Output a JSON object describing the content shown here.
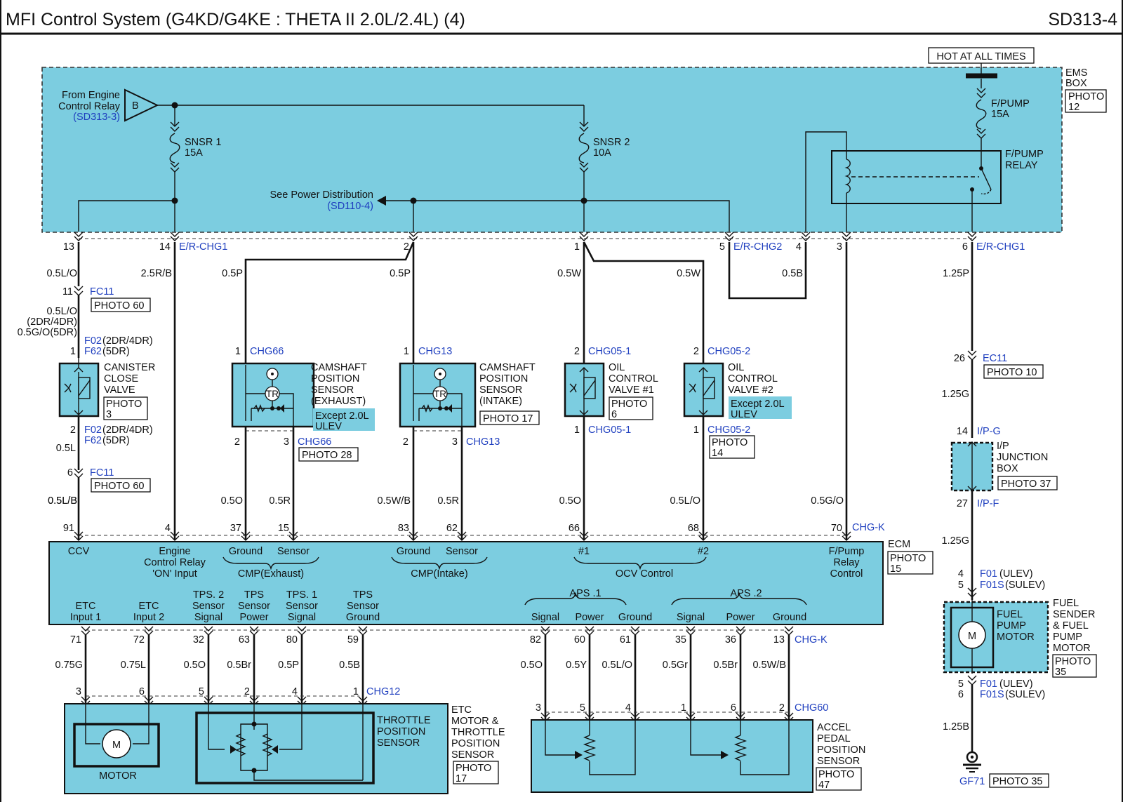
{
  "header": {
    "title": "MFI Control System (G4KD/G4KE : THETA II 2.0L/2.4L) (4)",
    "page_id": "SD313-4"
  },
  "colors": {
    "module_fill": "#7ccde0",
    "wire": "#111111",
    "connector_ref": "#1f3fbf"
  },
  "ems_box": {
    "hot_label": "HOT AT ALL TIMES",
    "label_1": "EMS",
    "label_2": "BOX",
    "photo": "PHOTO",
    "photo_no": "12",
    "source_l1": "From Engine",
    "source_l2": "Control Relay",
    "source_ref": "(SD313-3)",
    "source_letter": "B",
    "fuse1_name": "SNSR 1",
    "fuse1_amp": "15A",
    "fuse2_name": "SNSR 2",
    "fuse2_amp": "10A",
    "fuse3_name": "F/PUMP",
    "fuse3_amp": "15A",
    "relay_l1": "F/PUMP",
    "relay_l2": "RELAY",
    "power_dist": "See Power Distribution",
    "power_dist_ref": "(SD110-4)"
  },
  "ems_pins": [
    {
      "pin": "13",
      "conn": ""
    },
    {
      "pin": "14",
      "conn": "E/R-CHG1"
    },
    {
      "pin": "2",
      "conn": ""
    },
    {
      "pin": "1",
      "conn": ""
    },
    {
      "pin": "5",
      "conn": "E/R-CHG2"
    },
    {
      "pin": "4",
      "conn": ""
    },
    {
      "pin": "3",
      "conn": ""
    },
    {
      "pin": "6",
      "conn": "E/R-CHG1"
    }
  ],
  "upper_wires": [
    "0.5L/O",
    "2.5R/B",
    "0.5P",
    "0.5P",
    "0.5W",
    "0.5W",
    "0.5B",
    "1.25P"
  ],
  "canister": {
    "pin_top": "11",
    "conn_top": "FC11",
    "photo_top": "PHOTO 60",
    "w1": "0.5L/O",
    "w2": "(2DR/4DR)",
    "w3": "0.5G/O(5DR)",
    "p1": "1",
    "c1a": "F02",
    "c1b": "(2DR/4DR)",
    "c1c": "F62",
    "c1d": "(5DR)",
    "name_1": "CANISTER",
    "name_2": "CLOSE",
    "name_3": "VALVE",
    "photo": "PHOTO",
    "photo_no": "3",
    "p2": "2",
    "c2a": "F02",
    "c2b": "(2DR/4DR)",
    "c2c": "F62",
    "c2d": "(5DR)",
    "w4": "0.5L",
    "pin_bot": "6",
    "conn_bot": "FC11",
    "photo_bot": "PHOTO 60",
    "w5": "0.5L/B"
  },
  "cmp_exhaust": {
    "pin_top": "1",
    "conn_top": "CHG66",
    "name_1": "CAMSHAFT",
    "name_2": "POSITION",
    "name_3": "SENSOR",
    "name_4": "(EXHAUST)",
    "note_1": "Except 2.0L",
    "note_2": "ULEV",
    "tr": "TR",
    "pin_b1": "2",
    "pin_b2": "3",
    "conn_bot": "CHG66",
    "photo": "PHOTO 28"
  },
  "cmp_intake": {
    "pin_top": "1",
    "conn_top": "CHG13",
    "name_1": "CAMSHAFT",
    "name_2": "POSITION",
    "name_3": "SENSOR",
    "name_4": "(INTAKE)",
    "photo": "PHOTO 17",
    "tr": "TR",
    "pin_b1": "2",
    "pin_b2": "3",
    "conn_bot": "CHG13"
  },
  "ocv1": {
    "pin_top": "2",
    "conn_top": "CHG05-1",
    "name_1": "OIL",
    "name_2": "CONTROL",
    "name_3": "VALVE #1",
    "photo": "PHOTO",
    "photo_no": "6",
    "pin_bot": "1",
    "conn_bot": "CHG05-1"
  },
  "ocv2": {
    "pin_top": "2",
    "conn_top": "CHG05-2",
    "name_1": "OIL",
    "name_2": "CONTROL",
    "name_3": "VALVE #2",
    "note_1": "Except 2.0L",
    "note_2": "ULEV",
    "pin_bot": "1",
    "conn_bot": "CHG05-2",
    "photo": "PHOTO",
    "photo_no": "14"
  },
  "fuel_side": {
    "pin_ec": "26",
    "conn_ec": "EC11",
    "photo_ec": "PHOTO 10",
    "wire_a": "1.25G",
    "pin_ip1": "14",
    "conn_ip1": "I/P-G",
    "jb_1": "I/P",
    "jb_2": "JUNCTION",
    "jb_3": "BOX",
    "jb_photo": "PHOTO 37",
    "pin_ip2": "27",
    "conn_ip2": "I/P-F",
    "wire_b": "1.25G",
    "pump_p1": "4",
    "pump_p2": "5",
    "pump_c1": "F01",
    "pump_c1s": "(ULEV)",
    "pump_c2": "F01S",
    "pump_c2s": "(SULEV)",
    "pump_name_1": "FUEL",
    "pump_name_2": "PUMP",
    "pump_name_3": "MOTOR",
    "motor": "M",
    "side_1": "FUEL",
    "side_2": "SENDER",
    "side_3": "& FUEL",
    "side_4": "PUMP",
    "side_5": "MOTOR",
    "side_photo": "PHOTO",
    "side_photo_no": "35",
    "pump_p3": "5",
    "pump_p4": "6",
    "pump_c3": "F01",
    "pump_c3s": "(ULEV)",
    "pump_c4": "F01S",
    "pump_c4s": "(SULEV)",
    "wire_c": "1.25B",
    "ground": "GF71",
    "ground_photo": "PHOTO 35"
  },
  "mid_wires": [
    "0.5L/B",
    "0.5O",
    "0.5R",
    "0.5W/B",
    "0.5R",
    "0.5O",
    "0.5L/O",
    "0.5G/O"
  ],
  "ecm": {
    "label": "ECM",
    "photo": "PHOTO",
    "photo_no": "15",
    "conn_top": "CHG-K",
    "conn_bot": "CHG-K",
    "top_pins": [
      "91",
      "4",
      "37",
      "15",
      "83",
      "62",
      "66",
      "68",
      "70"
    ],
    "ccv": "CCV",
    "ecr_1": "Engine",
    "ecr_2": "Control Relay",
    "ecr_3": "'ON' Input",
    "ground": "Ground",
    "sensor": "Sensor",
    "cmp_ex": "CMP(Exhaust)",
    "cmp_in": "CMP(Intake)",
    "ocv_1": "#1",
    "ocv_2": "#2",
    "ocv": "OCV Control",
    "fp_1": "F/Pump",
    "fp_2": "Relay",
    "fp_3": "Control",
    "etc1_1": "ETC",
    "etc1_2": "Input 1",
    "etc2_1": "ETC",
    "etc2_2": "Input 2",
    "tps2_1": "TPS. 2",
    "tps2_2": "Sensor",
    "tps2_3": "Signal",
    "tpsp_1": "TPS",
    "tpsp_2": "Sensor",
    "tpsp_3": "Power",
    "tps1_1": "TPS. 1",
    "tps1_2": "Sensor",
    "tps1_3": "Signal",
    "tpsg_1": "TPS",
    "tpsg_2": "Sensor",
    "tpsg_3": "Ground",
    "aps1": "APS .1",
    "aps2": "APS .2",
    "signal": "Signal",
    "power": "Power",
    "gnd": "Ground",
    "bottom_pins": [
      "71",
      "72",
      "32",
      "63",
      "80",
      "59",
      "82",
      "60",
      "61",
      "35",
      "36",
      "13"
    ]
  },
  "lower_wires": [
    "0.75G",
    "0.75L",
    "0.5O",
    "0.5Br",
    "0.5P",
    "0.5B",
    "0.5O",
    "0.5Y",
    "0.5L/O",
    "0.5Gr",
    "0.5Br",
    "0.5W/B"
  ],
  "etc_module": {
    "pins": [
      "3",
      "6",
      "5",
      "2",
      "4",
      "1"
    ],
    "conn": "CHG12",
    "motor": "MOTOR",
    "motor_symbol": "M",
    "tps_1": "THROTTLE",
    "tps_2": "POSITION",
    "tps_3": "SENSOR",
    "side_1": "ETC",
    "side_2": "MOTOR &",
    "side_3": "THROTTLE",
    "side_4": "POSITION",
    "side_5": "SENSOR",
    "photo": "PHOTO",
    "photo_no": "17"
  },
  "aps_module": {
    "pins": [
      "3",
      "5",
      "4",
      "1",
      "6",
      "2"
    ],
    "conn": "CHG60",
    "side_1": "ACCEL",
    "side_2": "PEDAL",
    "side_3": "POSITION",
    "side_4": "SENSOR",
    "photo": "PHOTO",
    "photo_no": "47"
  }
}
